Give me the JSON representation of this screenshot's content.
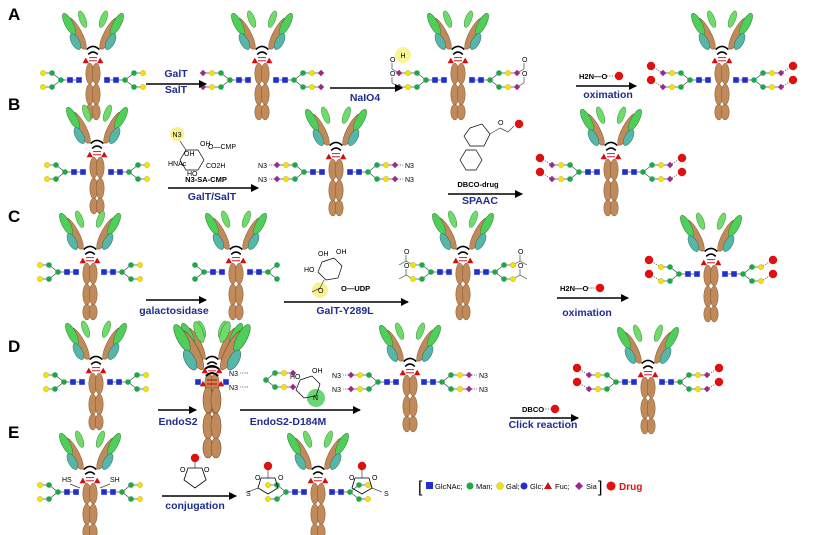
{
  "colors": {
    "glcnac": "#1f2fd0",
    "man": "#1fa84a",
    "gal": "#f2e400",
    "glc": "#1f2fd0",
    "fuc": "#d01010",
    "sia": "#9b2a8e",
    "drug": "#e01010",
    "heavy": "#c08a5a",
    "light_green": "#4fcf5a",
    "light_teal": "#56b6a8",
    "arrow_text": "#1f2d8f"
  },
  "panels": [
    {
      "label": "A",
      "steps": [
        "GalT",
        "SalT",
        "NaIO4",
        "oximation"
      ]
    },
    {
      "label": "B",
      "steps": [
        "GalT/SalT",
        "SPAAC"
      ],
      "reagents": [
        "N3-SA-CMP",
        "DBCO-drug"
      ]
    },
    {
      "label": "C",
      "steps": [
        "galactosidase",
        "GalT-Y289L",
        "oximation"
      ],
      "reagents": [
        "UDP"
      ]
    },
    {
      "label": "D",
      "steps": [
        "EndoS2",
        "EndoS2-D184M",
        "Click reaction"
      ],
      "reagents": [
        "DBCO"
      ]
    },
    {
      "label": "E",
      "steps": [
        "conjugation"
      ]
    }
  ],
  "chem_text": {
    "aminooxy": "H2N—O",
    "cmp": "O—CMP",
    "hnac": "HNAc",
    "ho": "HO",
    "oh": "OH",
    "co2h": "CO2H",
    "n3": "N3",
    "o": "O",
    "h": "H",
    "udp": "O—UDP",
    "sh": "SH",
    "hs": "HS",
    "s": "S",
    "n": "N"
  },
  "legend": {
    "items": [
      "GlcNAc;",
      "Man;",
      "Gal;",
      "Glc;",
      "Fuc;",
      "Sia"
    ],
    "drug": "Drug"
  }
}
